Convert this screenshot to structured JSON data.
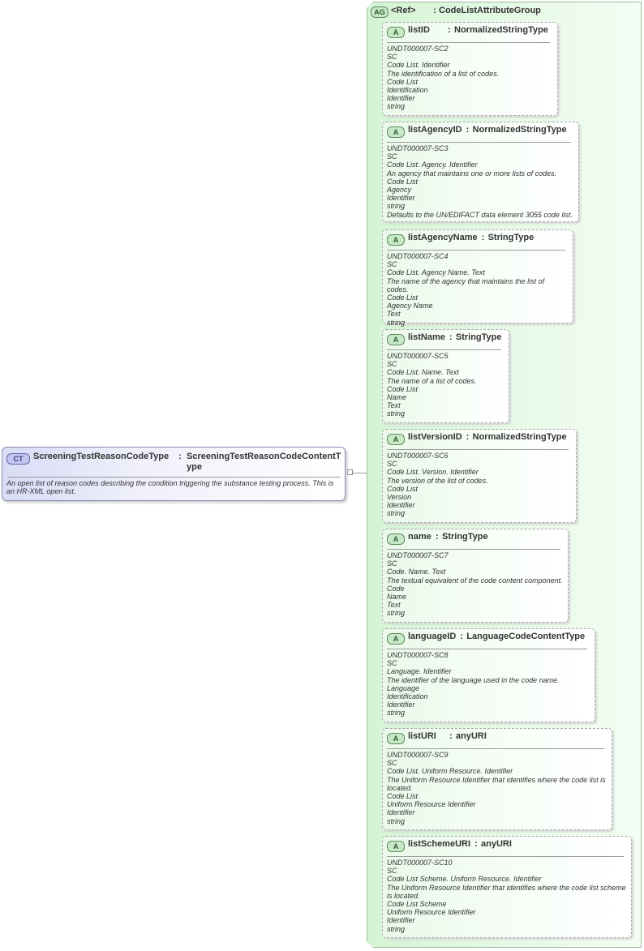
{
  "complex_type": {
    "badge": "CT",
    "name": "ScreeningTestReasonCodeType",
    "colon": ":",
    "type": "ScreeningTestReasonCodeContentType",
    "description": "An open list of reason codes describing the condition triggering the substance testing process. This is an HR-XML open list."
  },
  "attribute_group": {
    "badge": "AG",
    "ref": "<Ref>",
    "colon": ":",
    "type": "CodeListAttributeGroup"
  },
  "attributes": [
    {
      "badge": "A",
      "name": "listID",
      "type": "NormalizedStringType",
      "lines": [
        "UNDT000007-SC2",
        "SC",
        "Code List. Identifier",
        "The identification of a list of codes.",
        "Code List",
        "Identification",
        "Identifier",
        "string"
      ]
    },
    {
      "badge": "A",
      "name": "listAgencyID",
      "type": "NormalizedStringType",
      "lines": [
        "UNDT000007-SC3",
        "SC",
        "Code List. Agency. Identifier",
        "An agency that maintains one or more lists of codes.",
        "Code List",
        "Agency",
        "Identifier",
        "string",
        "Defaults to the UN/EDIFACT data element 3055 code list."
      ]
    },
    {
      "badge": "A",
      "name": "listAgencyName",
      "type": "StringType",
      "lines": [
        "UNDT000007-SC4",
        "SC",
        "Code List. Agency Name. Text",
        "The name of the agency that maintains the list of codes.",
        "Code List",
        "Agency Name",
        "Text",
        "string"
      ]
    },
    {
      "badge": "A",
      "name": "listName",
      "type": "StringType",
      "lines": [
        "UNDT000007-SC5",
        "SC",
        "Code List. Name. Text",
        "The name of a list of codes.",
        "Code List",
        "Name",
        "Text",
        "string"
      ]
    },
    {
      "badge": "A",
      "name": "listVersionID",
      "type": "NormalizedStringType",
      "lines": [
        "UNDT000007-SC6",
        "SC",
        "Code List. Version. Identifier",
        "The version of the list of codes.",
        "Code List",
        "Version",
        "Identifier",
        "string"
      ]
    },
    {
      "badge": "A",
      "name": "name",
      "type": "StringType",
      "lines": [
        "UNDT000007-SC7",
        "SC",
        "Code. Name. Text",
        "The textual equivalent of the code content component.",
        "Code",
        "Name",
        "Text",
        "string"
      ]
    },
    {
      "badge": "A",
      "name": "languageID",
      "type": "LanguageCodeContentType",
      "lines": [
        "UNDT000007-SC8",
        "SC",
        "Language. Identifier",
        "The identifier of the language used in the code name.",
        "Language",
        "Identification",
        "Identifier",
        "string"
      ]
    },
    {
      "badge": "A",
      "name": "listURI",
      "type": "anyURI",
      "lines": [
        "UNDT000007-SC9",
        "SC",
        "Code List. Uniform Resource. Identifier",
        "The Uniform Resource Identifier that identifies where the code list is located.",
        "Code List",
        "Uniform Resource Identifier",
        "Identifier",
        "string"
      ]
    },
    {
      "badge": "A",
      "name": "listSchemeURI",
      "type": "anyURI",
      "lines": [
        "UNDT000007-SC10",
        "SC",
        "Code List Scheme. Uniform Resource. Identifier",
        "The Uniform Resource Identifier that identifies where the code list scheme is located.",
        "Code List Scheme",
        "Uniform Resource Identifier",
        "Identifier",
        "string"
      ]
    }
  ]
}
